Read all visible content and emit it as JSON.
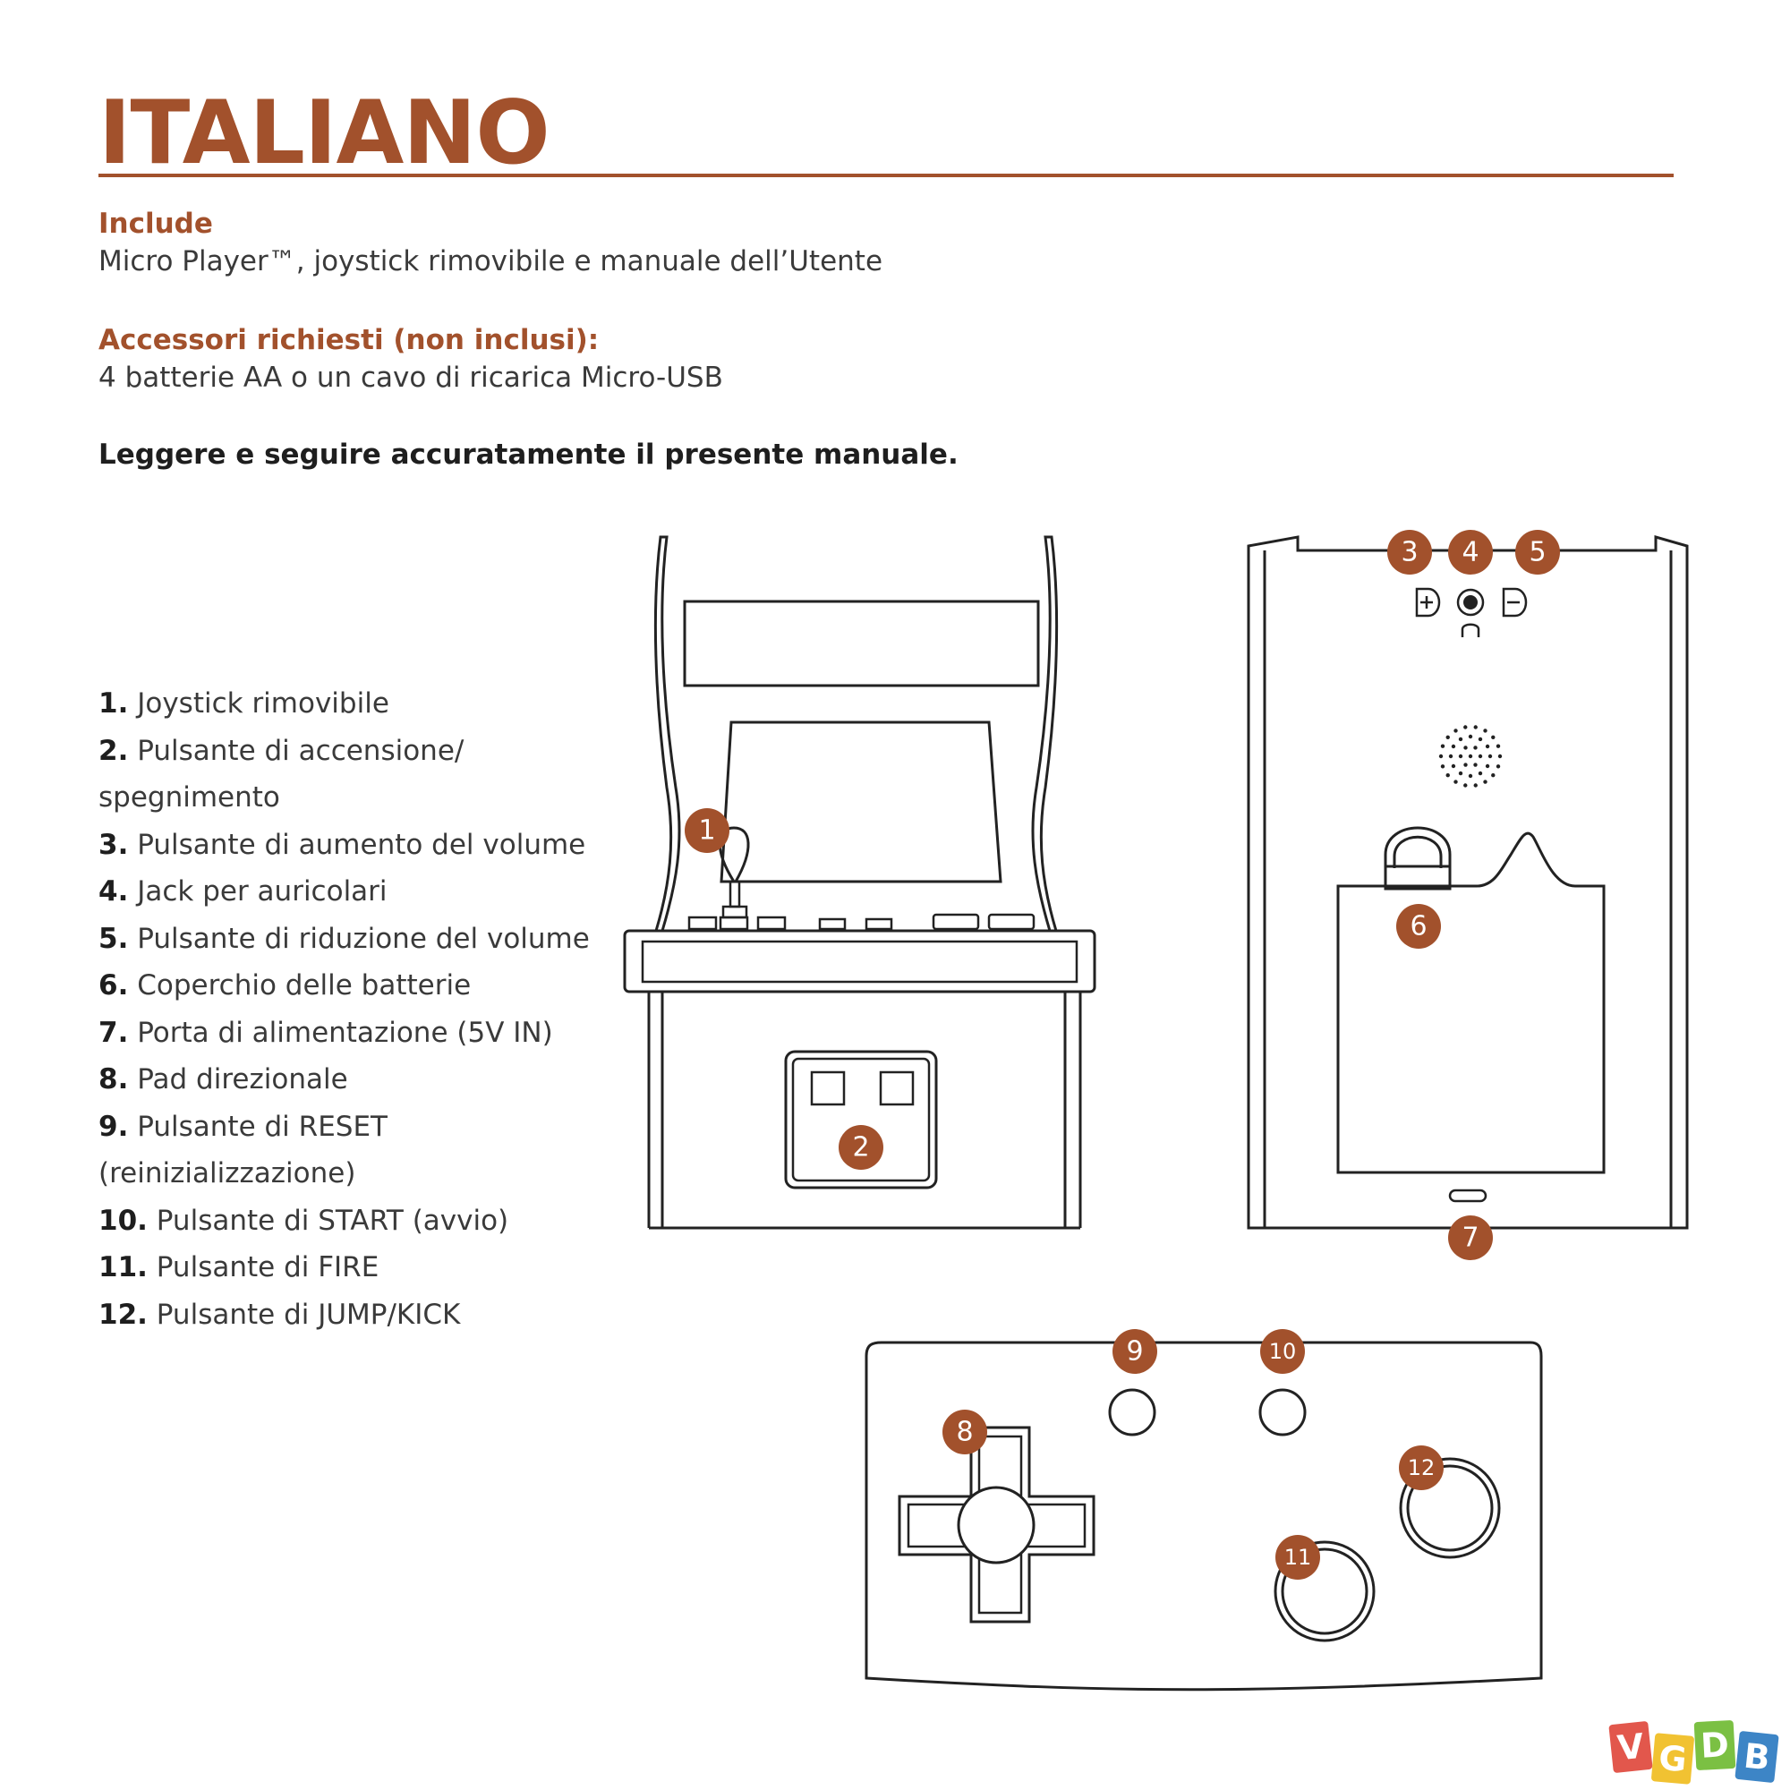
{
  "header": {
    "title": "ITALIANO"
  },
  "includes": {
    "heading": "Include",
    "text": "Micro Player™, joystick rimovibile e manuale dell’Utente"
  },
  "accessories": {
    "heading": "Accessori richiesti (non inclusi):",
    "text": "4 batterie AA o un cavo di ricarica Micro-USB"
  },
  "notice": "Leggere e seguire accuratamente il presente manuale.",
  "parts": [
    {
      "num": "1.",
      "label": "Joystick rimovibile"
    },
    {
      "num": "2.",
      "label": "Pulsante di accensione/ spegnimento"
    },
    {
      "num": "3.",
      "label": "Pulsante di aumento del volume"
    },
    {
      "num": "4.",
      "label": "Jack per auricolari"
    },
    {
      "num": "5.",
      "label": "Pulsante di riduzione del volume"
    },
    {
      "num": "6.",
      "label": "Coperchio delle batterie"
    },
    {
      "num": "7.",
      "label": "Porta di alimentazione (5V IN)"
    },
    {
      "num": "8.",
      "label": "Pad direzionale"
    },
    {
      "num": "9.",
      "label": "Pulsante di RESET (reinizializzazione)"
    },
    {
      "num": "10.",
      "label": "Pulsante di START (avvio)"
    },
    {
      "num": "11.",
      "label": "Pulsante di FIRE"
    },
    {
      "num": "12.",
      "label": "Pulsante di JUMP/KICK"
    }
  ],
  "callouts": [
    "1",
    "2",
    "3",
    "4",
    "5",
    "6",
    "7",
    "8",
    "9",
    "10",
    "11",
    "12"
  ],
  "logo": {
    "letters": [
      "V",
      "G",
      "D",
      "B"
    ],
    "colors": [
      "#e2574c",
      "#f1c232",
      "#7bc043",
      "#3d85c6"
    ]
  },
  "colors": {
    "accent": "#a2512c",
    "text": "#3a3a3a",
    "line": "#222222"
  }
}
